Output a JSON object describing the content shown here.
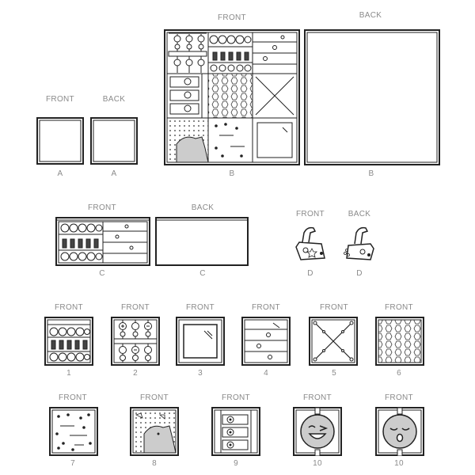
{
  "pattern": {
    "pieces": [
      {
        "letter": "A",
        "front_label": "FRONT",
        "back_label": "BACK"
      },
      {
        "letter": "B",
        "front_label": "FRONT",
        "back_label": "BACK"
      },
      {
        "letter": "C",
        "front_label": "FRONT",
        "back_label": "BACK"
      },
      {
        "letter": "D",
        "front_label": "FRONT",
        "back_label": "BACK"
      }
    ],
    "panels": [
      {
        "number": "1",
        "label": "FRONT",
        "motif": "rings-and-bottles"
      },
      {
        "number": "2",
        "label": "FRONT",
        "motif": "abacus-beads"
      },
      {
        "number": "3",
        "label": "FRONT",
        "motif": "mirror"
      },
      {
        "number": "4",
        "label": "FRONT",
        "motif": "zipper-pockets"
      },
      {
        "number": "5",
        "label": "FRONT",
        "motif": "criss-cross-laces"
      },
      {
        "number": "6",
        "label": "FRONT",
        "motif": "hexagon-print"
      },
      {
        "number": "7",
        "label": "FRONT",
        "motif": "confetti-print"
      },
      {
        "number": "8",
        "label": "FRONT",
        "motif": "puzzle-leaf"
      },
      {
        "number": "9",
        "label": "FRONT",
        "motif": "button-strips"
      },
      {
        "number": "10",
        "label": "FRONT",
        "motif": "winking-face"
      },
      {
        "number": "10",
        "label": "FRONT",
        "motif": "sleepy-face"
      }
    ]
  }
}
